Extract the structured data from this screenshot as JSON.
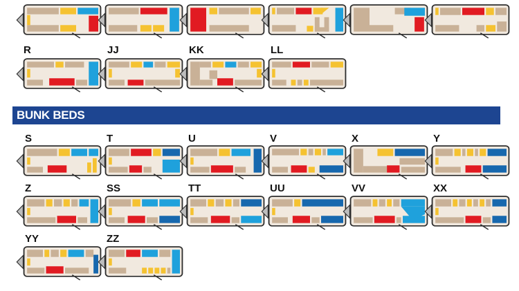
{
  "section_title": "BUNK BEDS",
  "colors": {
    "tan": "#c9b197",
    "floor": "#f1e9df",
    "yellow": "#f5c231",
    "red": "#e11b22",
    "blue": "#1fa1dc",
    "darkblue": "#1768ae",
    "outline": "#2e2e2e",
    "hitch": "#bdbdbd"
  },
  "layouts": [
    {
      "id": "plan-r0c0",
      "label": ""
    },
    {
      "id": "plan-r0c1",
      "label": ""
    },
    {
      "id": "plan-r0c2",
      "label": ""
    },
    {
      "id": "plan-r0c3",
      "label": ""
    },
    {
      "id": "plan-r0c4",
      "label": ""
    },
    {
      "id": "plan-r0c5",
      "label": ""
    },
    {
      "id": "plan-r",
      "label": "R"
    },
    {
      "id": "plan-jj",
      "label": "JJ"
    },
    {
      "id": "plan-kk",
      "label": "KK"
    },
    {
      "id": "plan-ll",
      "label": "LL"
    },
    {
      "id": "plan-s",
      "label": "S"
    },
    {
      "id": "plan-t",
      "label": "T"
    },
    {
      "id": "plan-u",
      "label": "U"
    },
    {
      "id": "plan-v",
      "label": "V"
    },
    {
      "id": "plan-x",
      "label": "X"
    },
    {
      "id": "plan-y",
      "label": "Y"
    },
    {
      "id": "plan-z",
      "label": "Z"
    },
    {
      "id": "plan-ss",
      "label": "SS"
    },
    {
      "id": "plan-tt",
      "label": "TT"
    },
    {
      "id": "plan-uu",
      "label": "UU"
    },
    {
      "id": "plan-vv",
      "label": "VV"
    },
    {
      "id": "plan-xx",
      "label": "XX"
    },
    {
      "id": "plan-yy",
      "label": "YY"
    },
    {
      "id": "plan-zz",
      "label": "ZZ"
    }
  ]
}
